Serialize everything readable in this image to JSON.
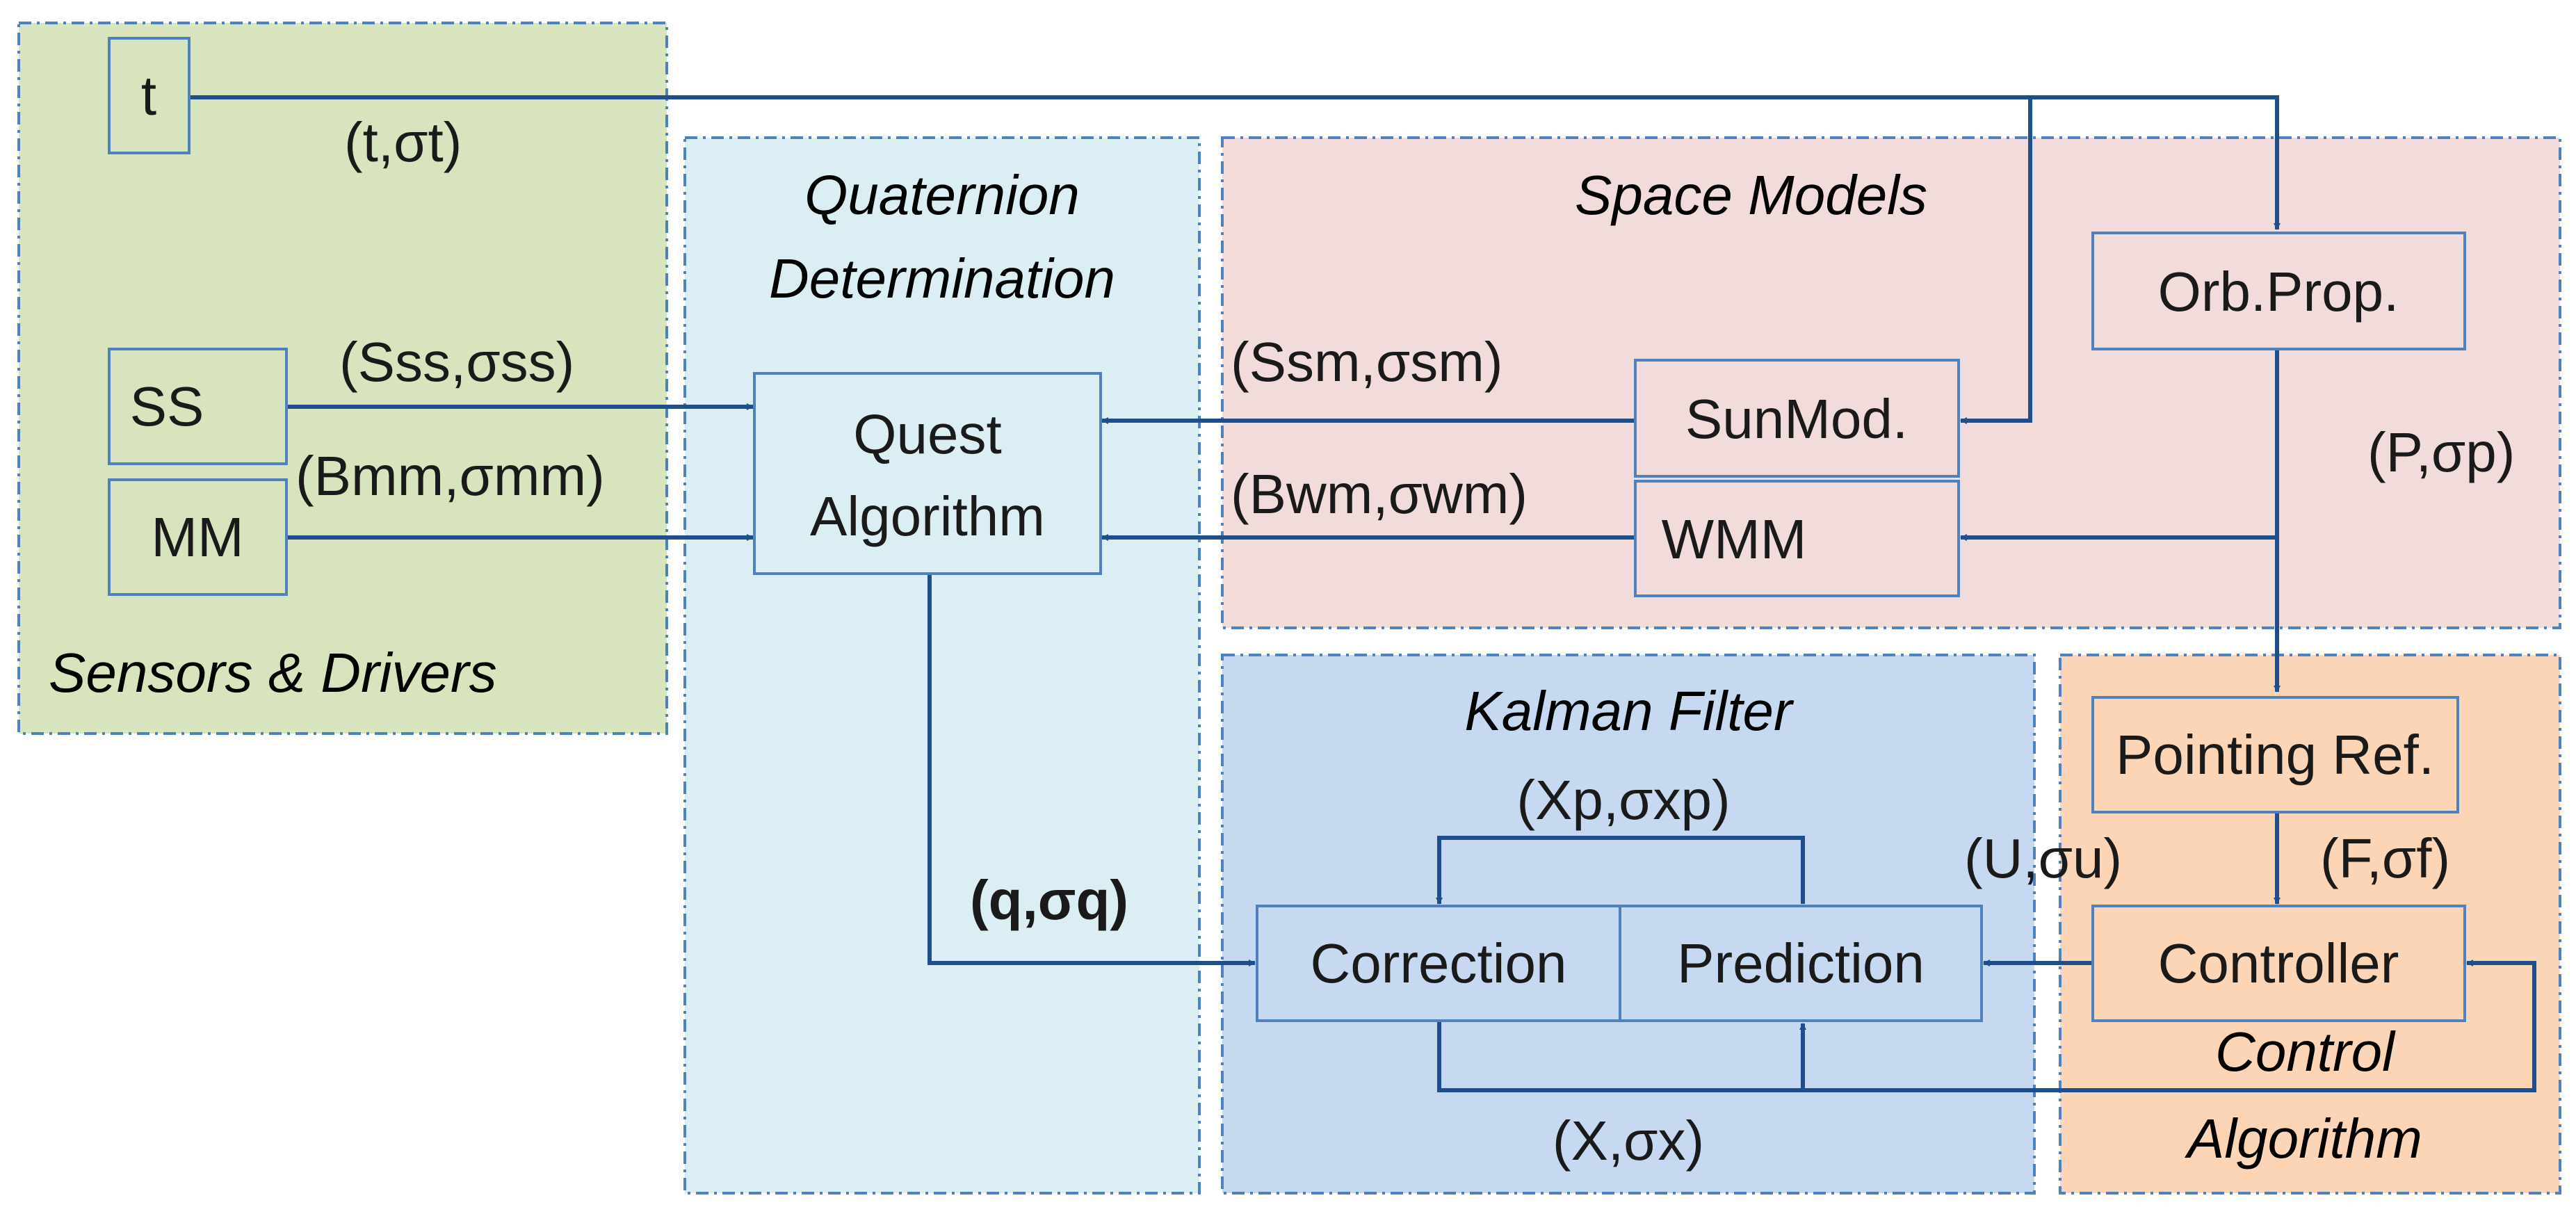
{
  "regions": {
    "sensors": {
      "label": "Sensors & Drivers",
      "fill": "#d7e4bd"
    },
    "quaternion": {
      "line1": "Quaternion",
      "line2": "Determination",
      "fill": "#dbeef4"
    },
    "space_models": {
      "label": "Space Models",
      "fill": "#f2dcdb"
    },
    "kalman": {
      "label": "Kalman Filter",
      "fill": "#c6d9f1"
    },
    "control": {
      "line1": "Control",
      "line2": "Algorithm",
      "fill": "#fbd5b5"
    }
  },
  "boxes": {
    "t": "t",
    "ss": "SS",
    "mm": "MM",
    "quest_line1": "Quest",
    "quest_line2": "Algorithm",
    "orbprop": "Orb.Prop.",
    "sunmod": "SunMod.",
    "wmm": "WMM",
    "pointing": "Pointing Ref.",
    "controller": "Controller",
    "correction": "Correction",
    "prediction": "Prediction"
  },
  "signals": {
    "t_sigma": "(t,σt)",
    "sss": "(Sss,σss)",
    "bmm": "(Bmm,σmm)",
    "ssm": "(Ssm,σsm)",
    "bwm": "(Bwm,σwm)",
    "p": "(P,σp)",
    "q": "(q,σq)",
    "xp": "(Xp,σxp)",
    "u": "(U,σu)",
    "f": "(F,σf)",
    "x": "(X,σx)"
  },
  "colors": {
    "arrow": "#1f4e8c",
    "box_border": "#4f81bd",
    "region_border": "#4f81bd"
  }
}
